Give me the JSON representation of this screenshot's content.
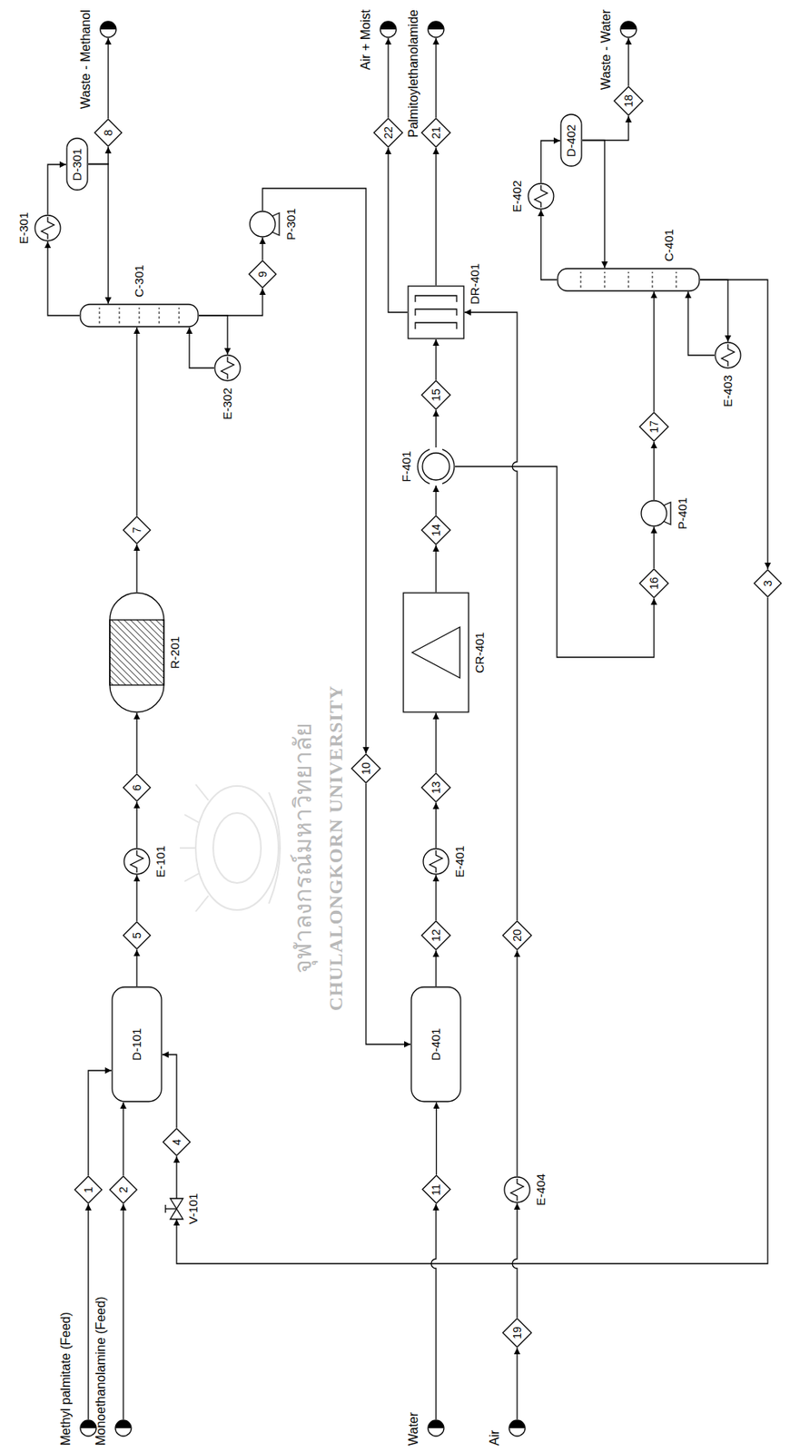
{
  "diagram": {
    "nodes": [
      {
        "text": [
          "Methyl palmitate (Feed)"
        ]
      },
      {
        "text": [
          "Monoethanolamine (Feed)"
        ]
      },
      {
        "text": [
          "1"
        ]
      },
      {
        "text": [
          "2"
        ]
      },
      {
        "text": [
          "V-101"
        ]
      },
      {
        "text": [
          "4"
        ]
      },
      {
        "text": [
          "D-101"
        ]
      },
      {
        "text": [
          "5"
        ]
      },
      {
        "text": [
          "E-101"
        ]
      },
      {
        "text": [
          "6"
        ]
      },
      {
        "text": [
          "R-201"
        ]
      },
      {
        "text": [
          "7"
        ]
      },
      {
        "text": [
          "C-301"
        ]
      },
      {
        "text": [
          "E-301"
        ]
      },
      {
        "text": [
          "D-301"
        ]
      },
      {
        "text": [
          "8"
        ]
      },
      {
        "text": [
          "Waste - Methanol"
        ]
      },
      {
        "text": [
          "E-302"
        ]
      },
      {
        "text": [
          "9"
        ]
      },
      {
        "text": [
          "P-301"
        ]
      },
      {
        "text": [
          "10"
        ]
      },
      {
        "text": [
          "Water"
        ]
      },
      {
        "text": [
          "11"
        ]
      },
      {
        "text": [
          "D-401"
        ]
      },
      {
        "text": [
          "12"
        ]
      },
      {
        "text": [
          "E-401"
        ]
      },
      {
        "text": [
          "13"
        ]
      },
      {
        "text": [
          "CR-401"
        ]
      },
      {
        "text": [
          "14"
        ]
      },
      {
        "text": [
          "F-401"
        ]
      },
      {
        "text": [
          "15"
        ]
      },
      {
        "text": [
          "DR-401"
        ]
      },
      {
        "text": [
          "22"
        ]
      },
      {
        "text": [
          "Air + Moist"
        ]
      },
      {
        "text": [
          "21"
        ]
      },
      {
        "text": [
          "Palmitoylethanolamide"
        ]
      },
      {
        "text": [
          "Air"
        ]
      },
      {
        "text": [
          "19"
        ]
      },
      {
        "text": [
          "E-404"
        ]
      },
      {
        "text": [
          "20"
        ]
      },
      {
        "text": [
          "16"
        ]
      },
      {
        "text": [
          "P-401"
        ]
      },
      {
        "text": [
          "17"
        ]
      },
      {
        "text": [
          "C-401"
        ]
      },
      {
        "text": [
          "E-402"
        ]
      },
      {
        "text": [
          "D-402"
        ]
      },
      {
        "text": [
          "18"
        ]
      },
      {
        "text": [
          "Waste - Water"
        ]
      },
      {
        "text": [
          "E-403"
        ]
      },
      {
        "text": [
          "3"
        ]
      }
    ],
    "edges": [
      {
        "from": 0,
        "to": 2,
        "arrow": "to"
      },
      {
        "from": 2,
        "to": 6,
        "arrow": "to"
      },
      {
        "from": 1,
        "to": 3,
        "arrow": "to"
      },
      {
        "from": 3,
        "to": 6,
        "arrow": "to"
      },
      {
        "from": 49,
        "to": 4,
        "arrow": "to"
      },
      {
        "from": 4,
        "to": 5,
        "arrow": "to"
      },
      {
        "from": 5,
        "to": 6,
        "arrow": "to"
      },
      {
        "from": 6,
        "to": 7,
        "arrow": "to"
      },
      {
        "from": 7,
        "to": 8,
        "arrow": "to"
      },
      {
        "from": 8,
        "to": 9,
        "arrow": "to"
      },
      {
        "from": 9,
        "to": 10,
        "arrow": "to"
      },
      {
        "from": 10,
        "to": 11,
        "arrow": "to"
      },
      {
        "from": 11,
        "to": 12,
        "arrow": "to"
      },
      {
        "from": 12,
        "to": 13,
        "arrow": "to"
      },
      {
        "from": 13,
        "to": 14,
        "arrow": "to"
      },
      {
        "from": 14,
        "to": 15,
        "arrow": "to"
      },
      {
        "from": 14,
        "to": 12,
        "arrow": "to"
      },
      {
        "from": 15,
        "to": 16,
        "arrow": "to"
      },
      {
        "from": 12,
        "to": 17,
        "arrow": "to"
      },
      {
        "from": 17,
        "to": 12,
        "arrow": "to"
      },
      {
        "from": 12,
        "to": 18,
        "arrow": "to"
      },
      {
        "from": 18,
        "to": 19,
        "arrow": "to"
      },
      {
        "from": 19,
        "to": 20,
        "arrow": "to"
      },
      {
        "from": 20,
        "to": 23,
        "arrow": "to"
      },
      {
        "from": 21,
        "to": 22,
        "arrow": "to"
      },
      {
        "from": 22,
        "to": 23,
        "arrow": "to"
      },
      {
        "from": 23,
        "to": 24,
        "arrow": "to"
      },
      {
        "from": 24,
        "to": 25,
        "arrow": "to"
      },
      {
        "from": 25,
        "to": 26,
        "arrow": "to"
      },
      {
        "from": 26,
        "to": 27,
        "arrow": "to"
      },
      {
        "from": 27,
        "to": 28,
        "arrow": "to"
      },
      {
        "from": 28,
        "to": 29,
        "arrow": "to"
      },
      {
        "from": 29,
        "to": 30,
        "arrow": "to"
      },
      {
        "from": 30,
        "to": 31,
        "arrow": "to"
      },
      {
        "from": 31,
        "to": 32,
        "arrow": "to"
      },
      {
        "from": 32,
        "to": 33,
        "arrow": "to"
      },
      {
        "from": 31,
        "to": 34,
        "arrow": "to"
      },
      {
        "from": 34,
        "to": 35,
        "arrow": "to"
      },
      {
        "from": 36,
        "to": 37,
        "arrow": "to"
      },
      {
        "from": 37,
        "to": 38,
        "arrow": "to"
      },
      {
        "from": 38,
        "to": 39,
        "arrow": "to"
      },
      {
        "from": 39,
        "to": 31,
        "arrow": "to"
      },
      {
        "from": 29,
        "to": 40,
        "arrow": "to"
      },
      {
        "from": 40,
        "to": 41,
        "arrow": "to"
      },
      {
        "from": 41,
        "to": 42,
        "arrow": "to"
      },
      {
        "from": 42,
        "to": 43,
        "arrow": "to"
      },
      {
        "from": 43,
        "to": 44,
        "arrow": "to"
      },
      {
        "from": 44,
        "to": 45,
        "arrow": "to"
      },
      {
        "from": 45,
        "to": 46,
        "arrow": "to"
      },
      {
        "from": 45,
        "to": 43,
        "arrow": "to"
      },
      {
        "from": 46,
        "to": 47,
        "arrow": "to"
      },
      {
        "from": 43,
        "to": 48,
        "arrow": "to"
      },
      {
        "from": 48,
        "to": 43,
        "arrow": "to"
      },
      {
        "from": 43,
        "to": 49,
        "arrow": "to"
      }
    ],
    "labels": [
      "จุฬาลงกรณ์มหาวิทยาลัย",
      "CHULALONGKORN UNIVERSITY"
    ]
  }
}
